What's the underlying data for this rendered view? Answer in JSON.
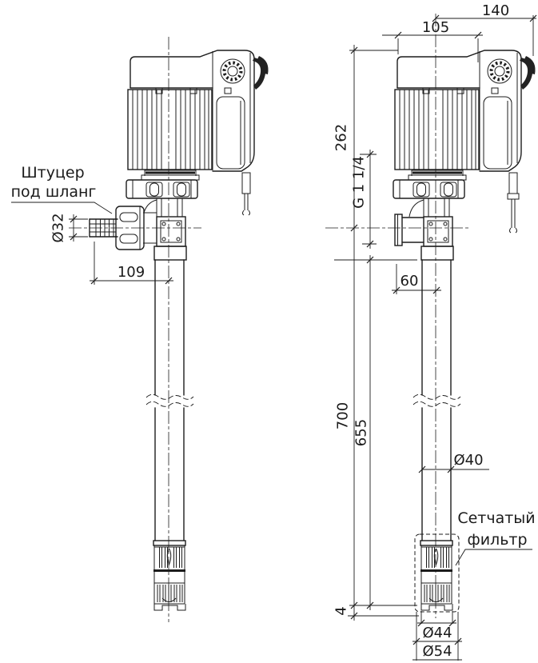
{
  "drawing": {
    "background": "#ffffff",
    "line_color": "#1c1c1c",
    "labels": {
      "hose_fitting_line1": "Штуцер",
      "hose_fitting_line2": "под шланг",
      "mesh_filter_line1": "Сетчатый",
      "mesh_filter_line2": "фильтр"
    },
    "dimensions": {
      "hose_diameter": "Ø32",
      "outlet_length": "109",
      "head_width_overall": "140",
      "motor_diameter": "105",
      "head_height": "262",
      "outlet_thread": "G 1 1/4",
      "outlet_axis_offset": "60",
      "length_to_axis": "700",
      "tube_length": "655",
      "tube_diameter": "Ø40",
      "filter_bottom_gap": "4",
      "filter_inner_diameter": "Ø44",
      "filter_outer_diameter": "Ø54"
    }
  }
}
